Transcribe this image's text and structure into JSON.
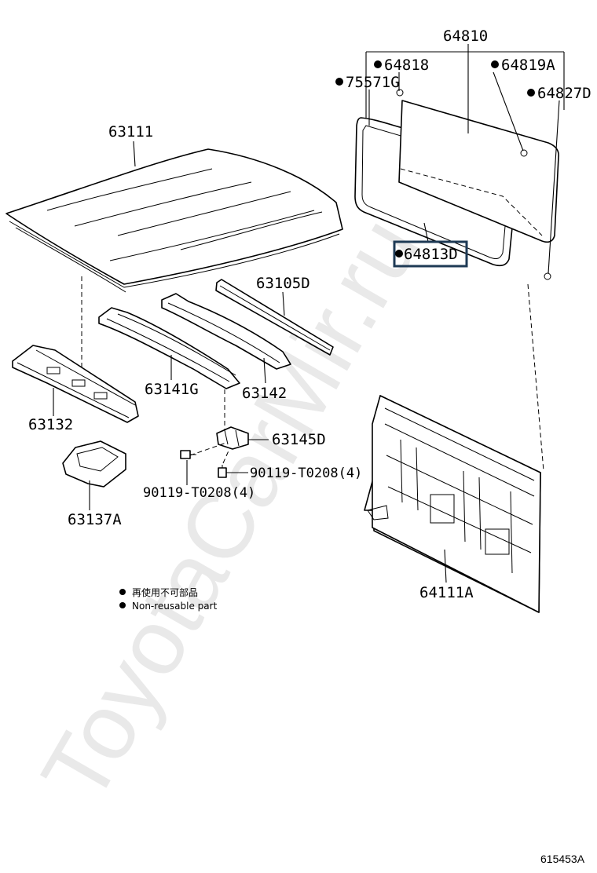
{
  "watermark": "ToyotaCarMir.ru",
  "figure_id": "615453A",
  "highlight_color": "#1e3a55",
  "parts": {
    "roof_panel": "63111",
    "rear_window_assy": "64810",
    "clip_64818": "64818",
    "clip_75571g": "75571G",
    "clip_64819a": "64819A",
    "clip_64827d": "64827D",
    "weatherstrip": "64813D",
    "bow_63105d": "63105D",
    "bow_63141g": "63141G",
    "bow_63142": "63142",
    "front_header": "63132",
    "bracket_63137a": "63137A",
    "bracket_63145d": "63145D",
    "bolt_right": "90119-T0208(4)",
    "bolt_left": "90119-T0208(4)",
    "back_panel": "64111A"
  },
  "legend": {
    "line1": "再使用不可部品",
    "line2": "Non-reusable part"
  }
}
